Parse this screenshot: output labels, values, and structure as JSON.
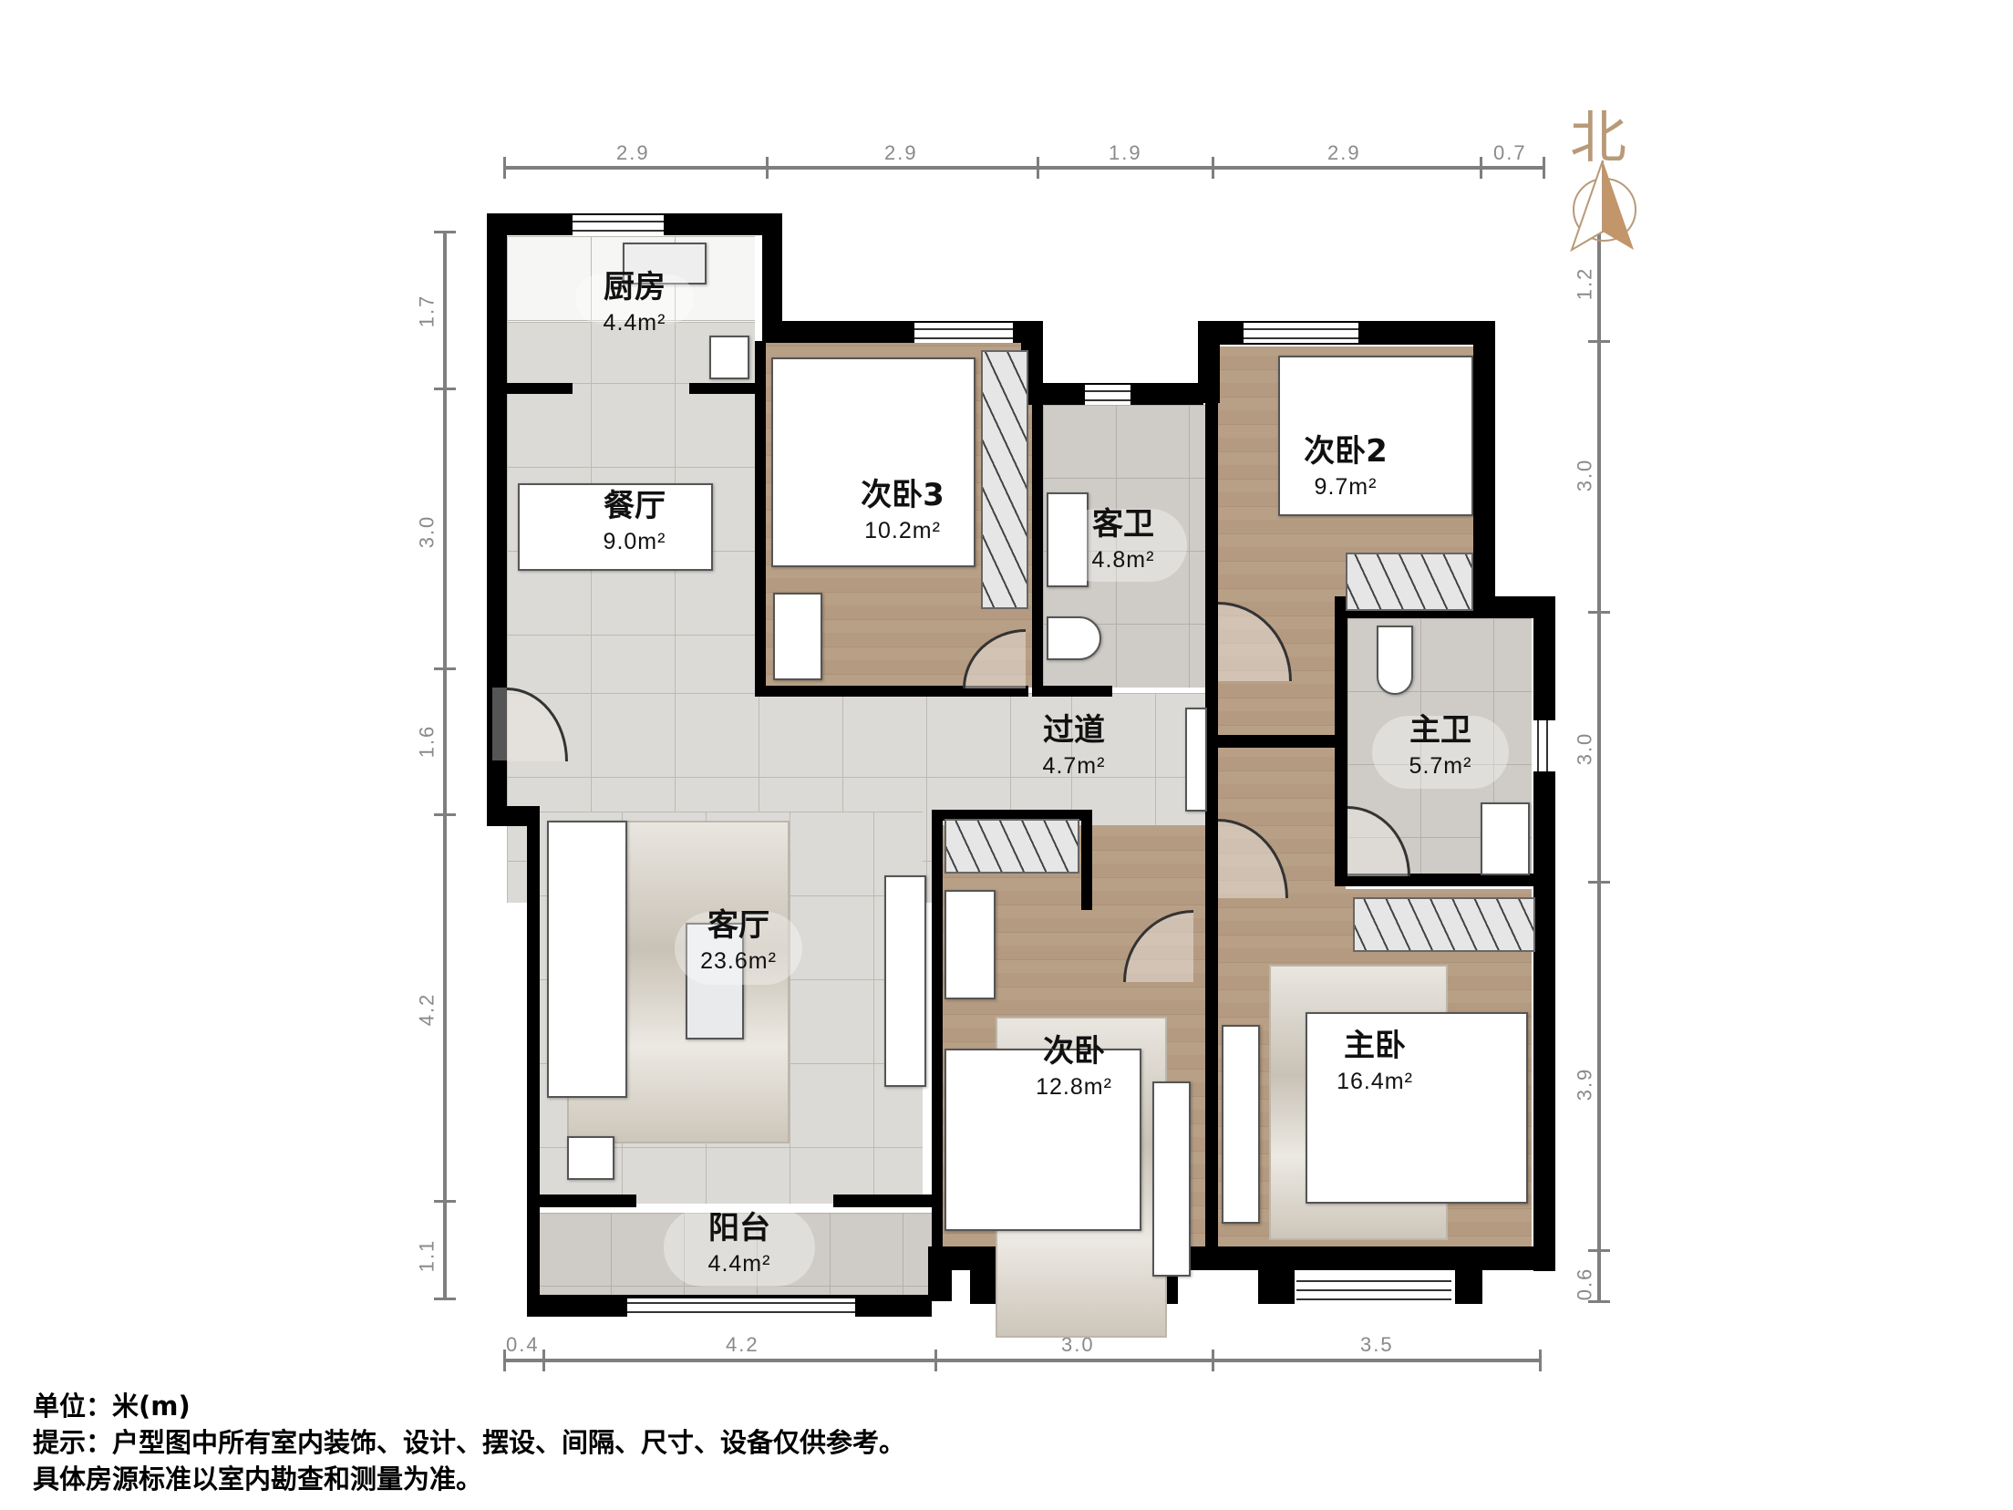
{
  "compass": {
    "label": "北",
    "color": "#c2956a"
  },
  "dimensions": {
    "top": [
      "2.9",
      "2.9",
      "1.9",
      "2.9",
      "0.7"
    ],
    "bottom": [
      "0.4",
      "4.2",
      "3.0",
      "3.5"
    ],
    "left": [
      "1.7",
      "3.0",
      "1.6",
      "4.2",
      "1.1"
    ],
    "right": [
      "1.2",
      "3.0",
      "3.0",
      "3.9",
      "0.6"
    ]
  },
  "rooms": {
    "kitchen": {
      "name": "厨房",
      "area": "4.4m²"
    },
    "dining": {
      "name": "餐厅",
      "area": "9.0m²"
    },
    "bedroom3": {
      "name": "次卧3",
      "area": "10.2m²"
    },
    "guest_bath": {
      "name": "客卫",
      "area": "4.8m²"
    },
    "bedroom2": {
      "name": "次卧2",
      "area": "9.7m²"
    },
    "corridor": {
      "name": "过道",
      "area": "4.7m²"
    },
    "master_bath": {
      "name": "主卫",
      "area": "5.7m²"
    },
    "living": {
      "name": "客厅",
      "area": "23.6m²"
    },
    "second_bedroom": {
      "name": "次卧",
      "area": "12.8m²"
    },
    "master_bedroom": {
      "name": "主卧",
      "area": "16.4m²"
    },
    "balcony": {
      "name": "阳台",
      "area": "4.4m²"
    }
  },
  "notes": {
    "unit": "单位：米(m)",
    "hint": "提示：户型图中所有室内装饰、设计、摆设、间隔、尺寸、设备仅供参考。",
    "disclaimer": "具体房源标准以室内勘查和测量为准。"
  },
  "colors": {
    "wall": "#000000",
    "tile": "#dcdad6",
    "wood": "#b49a80",
    "dimension": "#7f7f7f"
  }
}
